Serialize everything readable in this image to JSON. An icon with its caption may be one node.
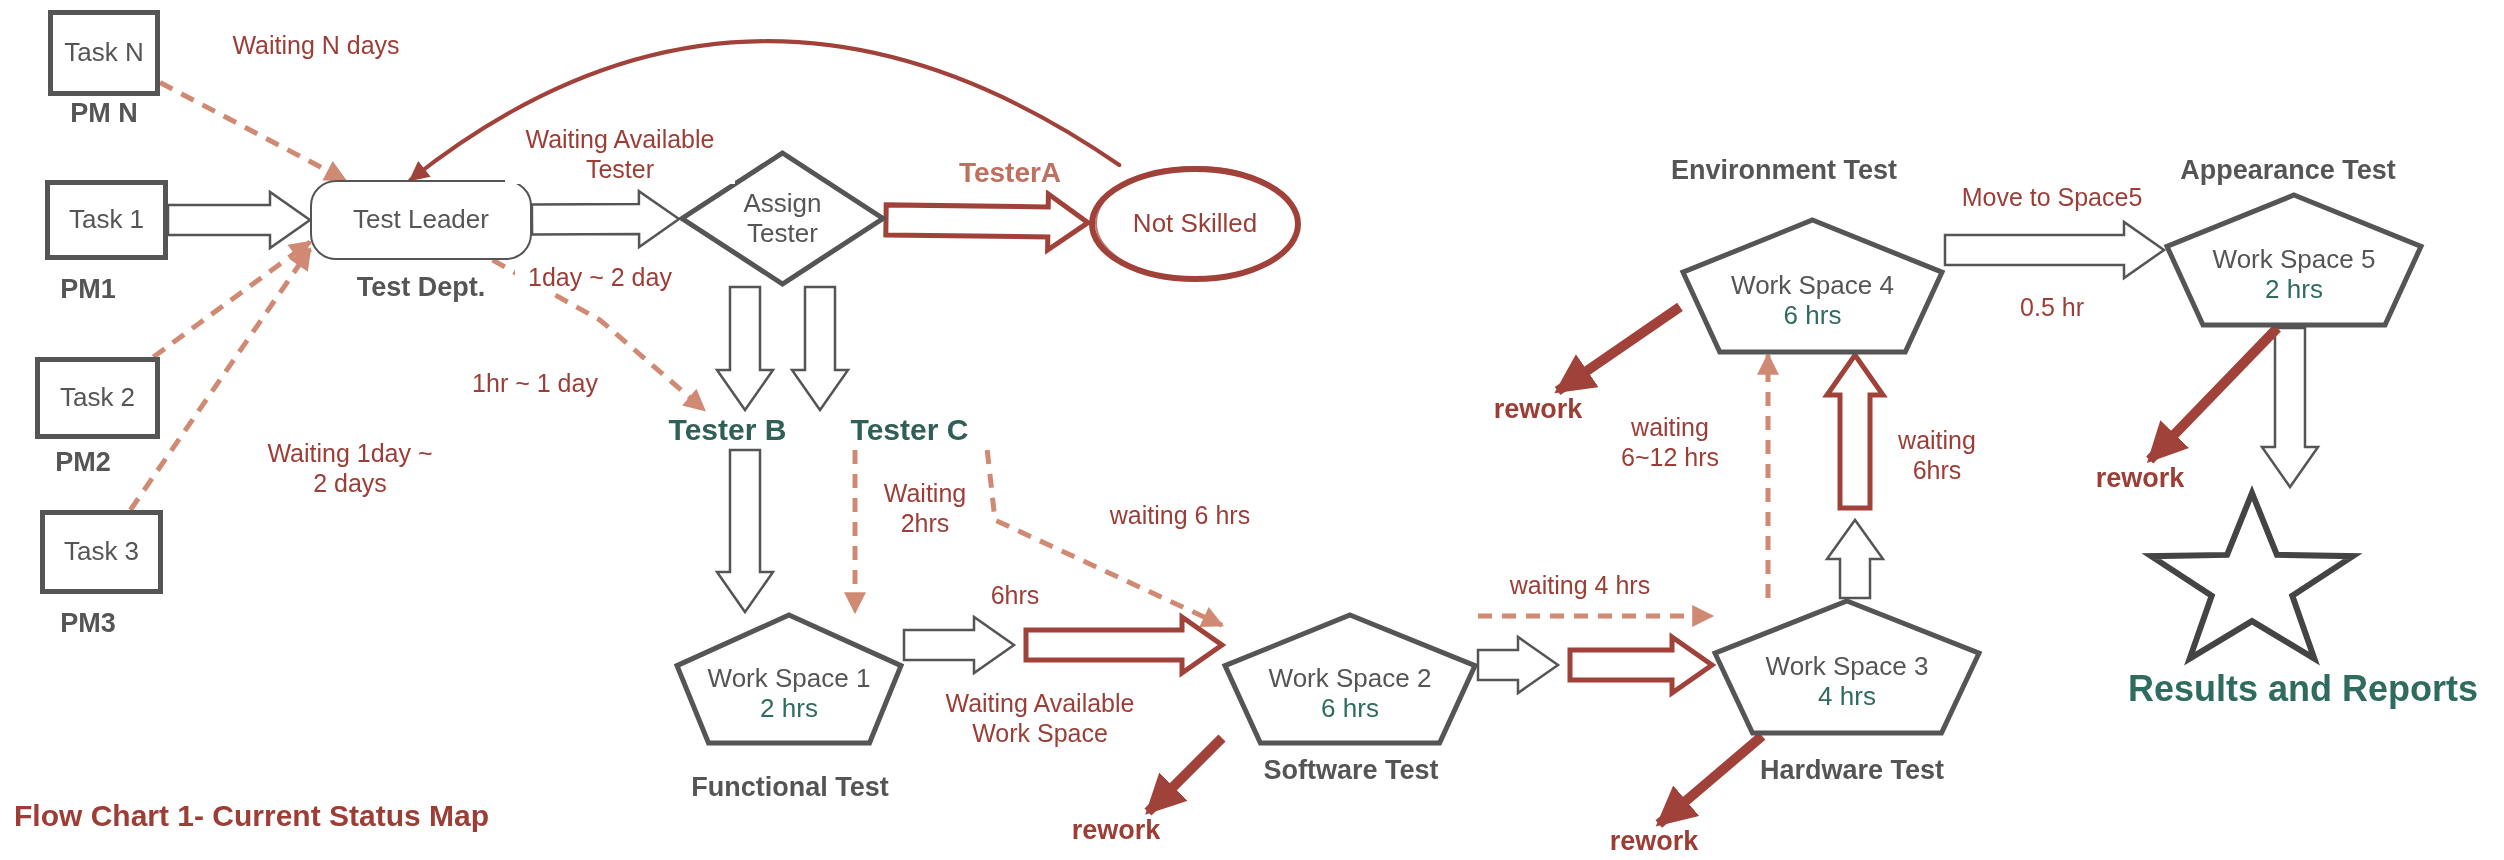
{
  "diagram": {
    "caption": "Flow Chart 1- Current Status Map",
    "nodes": [
      {
        "text": [
          "Task N"
        ],
        "beside": [
          "PM N"
        ]
      },
      {
        "text": [
          "Task 1"
        ],
        "beside": [
          "PM1"
        ]
      },
      {
        "text": [
          "Task 2"
        ],
        "beside": [
          "PM2"
        ]
      },
      {
        "text": [
          "Task 3"
        ],
        "beside": [
          "PM3"
        ]
      },
      {
        "text": [
          "Test Leader"
        ],
        "beside": [
          "Test Dept."
        ]
      },
      {
        "text": [
          "Assign Tester"
        ]
      },
      {
        "text": [
          "Not Skilled"
        ]
      },
      {
        "text": [
          "Tester B"
        ]
      },
      {
        "text": [
          "Tester C"
        ]
      },
      {
        "text": [
          "Work Space 1",
          "2 hrs"
        ],
        "beside": [
          "Functional Test"
        ]
      },
      {
        "text": [
          "Work Space 2",
          "6 hrs"
        ],
        "beside": [
          "Software Test"
        ]
      },
      {
        "text": [
          "Work Space 3",
          "4 hrs"
        ],
        "beside": [
          "Hardware Test"
        ]
      },
      {
        "text": [
          "Work Space 4",
          "6 hrs"
        ],
        "beside": [
          "Environment Test"
        ]
      },
      {
        "text": [
          "Work Space 5",
          "2 hrs"
        ],
        "beside": [
          "Appearance Test"
        ]
      },
      {
        "text": [],
        "shape": "star",
        "beside": [
          "Results and Reports"
        ]
      },
      {
        "text": [
          "rework"
        ]
      },
      {
        "text": [
          "rework"
        ]
      },
      {
        "text": [
          "rework"
        ]
      },
      {
        "text": [
          "rework"
        ]
      }
    ],
    "edges": [
      {
        "from": 0,
        "to": 4,
        "arrow": "to",
        "style": "dashed",
        "color": "#d08a74",
        "label": "Waiting N days"
      },
      {
        "from": 1,
        "to": 4,
        "arrow": "to",
        "color": "#555555"
      },
      {
        "from": 2,
        "to": 4,
        "arrow": "to",
        "style": "dashed",
        "color": "#d08a74"
      },
      {
        "from": 3,
        "to": 4,
        "arrow": "to",
        "style": "dashed",
        "color": "#d08a74",
        "label": "Waiting 1day ~ 2 days"
      },
      {
        "from": 4,
        "to": 5,
        "arrow": "to",
        "color": "#555555",
        "label": "Waiting Available Tester"
      },
      {
        "from": 5,
        "to": 6,
        "arrow": "to",
        "style": "thick",
        "color": "#a0413a",
        "label": "TesterA"
      },
      {
        "from": 6,
        "to": 4,
        "arrow": "to",
        "color": "#a0413a"
      },
      {
        "from": 4,
        "to": 7,
        "arrow": "to",
        "style": "dashed",
        "color": "#d08a74",
        "label": "1hr ~ 1 day"
      },
      {
        "from": 5,
        "to": 7,
        "arrow": "to",
        "color": "#555555"
      },
      {
        "from": 5,
        "to": 8,
        "arrow": "to",
        "color": "#555555"
      },
      {
        "from": 7,
        "to": 9,
        "arrow": "to",
        "color": "#555555"
      },
      {
        "from": 8,
        "to": 9,
        "arrow": "to",
        "style": "dashed",
        "color": "#d08a74",
        "label": "Waiting 2hrs"
      },
      {
        "from": 8,
        "to": 10,
        "arrow": "to",
        "style": "dashed",
        "color": "#d08a74",
        "label": "waiting 6 hrs"
      },
      {
        "from": 9,
        "to": 10,
        "arrow": "to",
        "style": "thick",
        "color": "#a0413a",
        "label": "6hrs"
      },
      {
        "from": 10,
        "to": 11,
        "arrow": "to",
        "style": "thick",
        "color": "#a0413a"
      },
      {
        "from": 10,
        "to": 11,
        "arrow": "to",
        "style": "dashed",
        "color": "#d08a74",
        "label": "waiting 4 hrs"
      },
      {
        "from": 11,
        "to": 12,
        "arrow": "to",
        "style": "thick",
        "color": "#a0413a",
        "label": "waiting 6hrs"
      },
      {
        "from": 11,
        "to": 12,
        "arrow": "to",
        "style": "dashed",
        "color": "#d08a74",
        "label": "waiting 6~12 hrs"
      },
      {
        "from": 12,
        "to": 13,
        "arrow": "to",
        "color": "#555555",
        "label": "Move to Space5"
      },
      {
        "from": 13,
        "to": 14,
        "arrow": "to",
        "color": "#555555"
      },
      {
        "from": 10,
        "to": 15,
        "arrow": "to",
        "style": "thick",
        "color": "#a0413a"
      },
      {
        "from": 11,
        "to": 16,
        "arrow": "to",
        "style": "thick",
        "color": "#a0413a"
      },
      {
        "from": 12,
        "to": 17,
        "arrow": "to",
        "style": "thick",
        "color": "#a0413a"
      },
      {
        "from": 13,
        "to": 18,
        "arrow": "to",
        "style": "thick",
        "color": "#a0413a"
      }
    ],
    "labels": [
      "1day ~ 2 day",
      "Waiting Available Work Space",
      "0.5 hr"
    ]
  }
}
